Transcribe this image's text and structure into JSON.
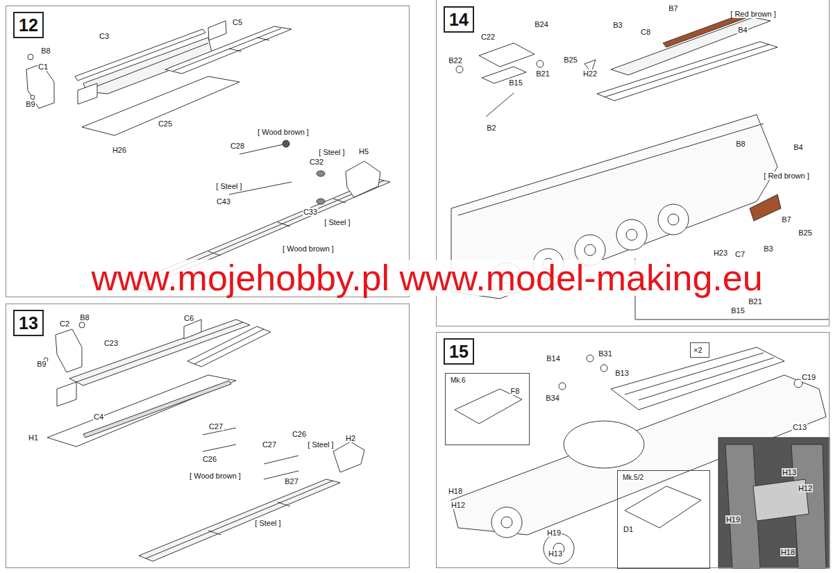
{
  "diagram": {
    "nodes": [
      {
        "text": [
          "12"
        ]
      },
      {
        "text": [
          "13"
        ]
      },
      {
        "text": [
          "14"
        ]
      },
      {
        "text": [
          "15"
        ]
      },
      {
        "text": [
          "×2"
        ],
        "in": 3
      },
      {
        "text": [
          "Mk.6"
        ],
        "in": 3
      },
      {
        "text": [
          "Mk.5/2"
        ],
        "in": 3
      }
    ],
    "labels": [
      "B8",
      "C1",
      "B9",
      "C3",
      "C5",
      "C25",
      "H26",
      "[ Wood brown ]",
      "C28",
      "[ Steel ]",
      "C32",
      "H5",
      "[ Steel ]",
      "C43",
      "C33",
      "[ Steel ]",
      "[ Wood brown ]",
      "C2",
      "B8",
      "C6",
      "C23",
      "B9",
      "H1",
      "C4",
      "C27",
      "C26",
      "C27",
      "C26",
      "[ Steel ]",
      "H2",
      "[ Wood brown ]",
      "B27",
      "[ Steel ]",
      "B7",
      "[ Red brown ]",
      "B24",
      "B3",
      "C8",
      "B4",
      "C22",
      "B22",
      "B25",
      "B21",
      "H22",
      "B15",
      "B2",
      "B8",
      "B4",
      "[ Red brown ]",
      "B7",
      "B25",
      "B3",
      "H23",
      "C7",
      "B21",
      "B15",
      "B14",
      "B31",
      "B13",
      "B34",
      "F8",
      "C19",
      "C13",
      "H18",
      "H12",
      "D1",
      "H19",
      "H13",
      "H13",
      "H12",
      "H19",
      "H18",
      "www.mojehobby.pl www.model-making.eu"
    ]
  }
}
